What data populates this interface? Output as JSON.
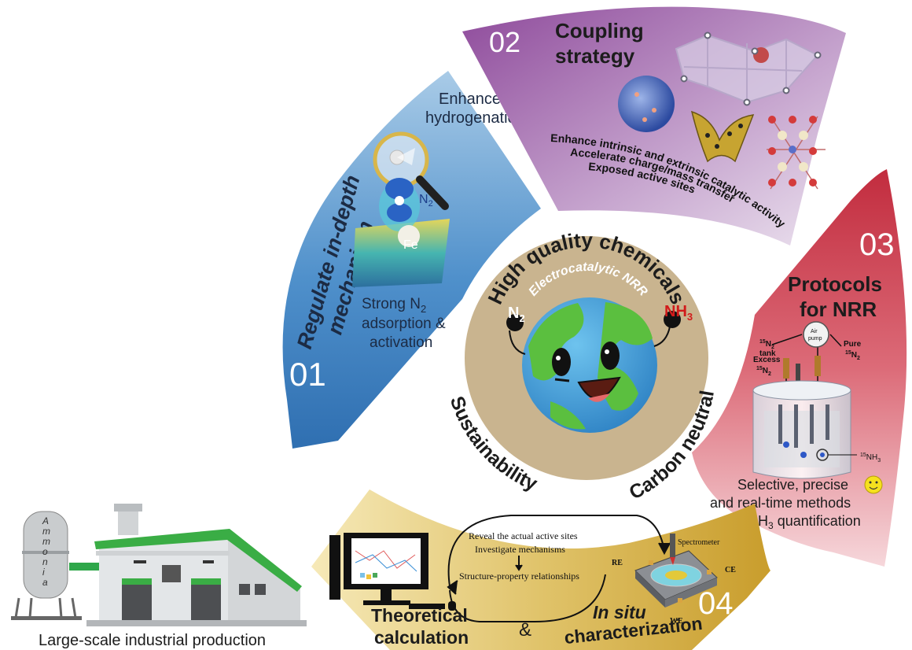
{
  "sections": {
    "s01": {
      "number": "01",
      "title_line1": "Regulate in-depth",
      "title_line2": "mechanism",
      "enhanced_line1": "Enhanced",
      "enhanced_line2": "hydrogenation",
      "n2_label": "N",
      "n2_sub": "2",
      "fe_label": "Fe",
      "strong_line1_a": "Strong N",
      "strong_line1_sub": "2",
      "strong_line2": "adsorption &",
      "strong_line3": "activation"
    },
    "s02": {
      "number": "02",
      "title_line1": "Coupling",
      "title_line2": "strategy",
      "point1": "Enhance intrinsic and extrinsic catalytic activity",
      "point2": "Accelerate charge/mass transfer",
      "point3": "Exposed active sites"
    },
    "s03": {
      "number": "03",
      "title_line1": "Protocols",
      "title_line2": "for NRR",
      "tank_sup": "15",
      "tank_n": "N",
      "tank_sub": "2",
      "tank_word": "tank",
      "air_pump_line1": "Air",
      "air_pump_line2": "pump",
      "pure_word": "Pure",
      "pure_sup": "15",
      "pure_n": "N",
      "pure_sub": "2",
      "excess_word": "Excess",
      "excess_sup": "15",
      "excess_n": "N",
      "excess_sub": "2",
      "nh3_sup": "15",
      "nh3_nh": "NH",
      "nh3_sub": "3",
      "desc_line1": "Selective, precise",
      "desc_line2": "and real-time methods",
      "desc_line3_a": "for NH",
      "desc_line3_sub": "3",
      "desc_line3_b": " quantification"
    },
    "s04": {
      "number": "04",
      "reveal": "Reveal the actual active sites",
      "investigate": "Investigate mechanisms",
      "structure": "Structure-property relationships",
      "spectrometer": "Spectrometer",
      "re": "RE",
      "ce": "CE",
      "we": "WE",
      "theoretical_line1": "Theoretical",
      "theoretical_line2": "calculation",
      "ampersand": "&",
      "insitu_line1": "In situ",
      "insitu_line2": "characterization"
    }
  },
  "center": {
    "high_quality": "High quality chemicals",
    "electrocatalytic": "Electrocatalytic NRR",
    "sustainability": "Sustainability",
    "carbon_neutral": "Carbon neutral",
    "n2_n": "N",
    "n2_sub": "2",
    "nh3_nh": "NH",
    "nh3_sub": "3"
  },
  "factory": {
    "tank_letters": [
      "A",
      "m",
      "m",
      "o",
      "n",
      "i",
      "a"
    ],
    "caption": "Large-scale industrial production"
  },
  "colors": {
    "blue": "#3e83c1",
    "purple": "#9b5aa5",
    "red": "#c9394a",
    "gold": "#d3ad3c",
    "center_ring": "#c9b48f",
    "roof_green": "#3aad45"
  }
}
